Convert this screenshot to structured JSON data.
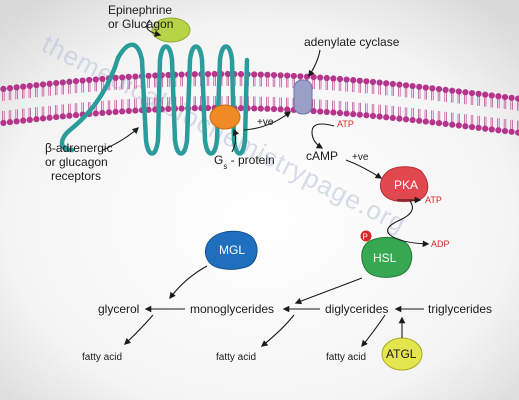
{
  "labels": {
    "hormone": [
      "Epinephrine",
      "or Glucagon"
    ],
    "receptor": [
      "β-adrenergic",
      "or glucagon",
      "receptors"
    ],
    "adenylate_cyclase": "adenylate cyclase",
    "gs_main": "G",
    "gs_sub": "s",
    "gs_suffix": " - protein",
    "plus_ve_1": "+ve",
    "plus_ve_2": "+ve",
    "atp_1": "ATP",
    "camp": "cAMP",
    "pka": "PKA",
    "atp_2": "ATP",
    "adp": "ADP",
    "phospho": "P",
    "hsl": "HSL",
    "mgl": "MGL",
    "atgl": "ATGL",
    "glycerol": "glycerol",
    "monoglycerides": "monoglycerides",
    "diglycerides": "diglycerides",
    "triglycerides": "triglycerides",
    "fatty_acid_1": "fatty acid",
    "fatty_acid_2": "fatty acid",
    "fatty_acid_3": "fatty acid",
    "watermark": "themedicalbiochemistrypage.org"
  },
  "colors": {
    "lipid_head": "#b5358c",
    "lipid_tail": "#c257a0",
    "receptor": "#2a9c9b",
    "hormone": "#b6d445",
    "gs_protein": "#f08a24",
    "adenylate_cyclase": "#9a9fc8",
    "pka": "#e0474f",
    "hsl": "#36a852",
    "mgl": "#1f6fbf",
    "atgl": "#e4e650",
    "phospho": "#d42a2a",
    "red_text": "#d42a2a"
  }
}
